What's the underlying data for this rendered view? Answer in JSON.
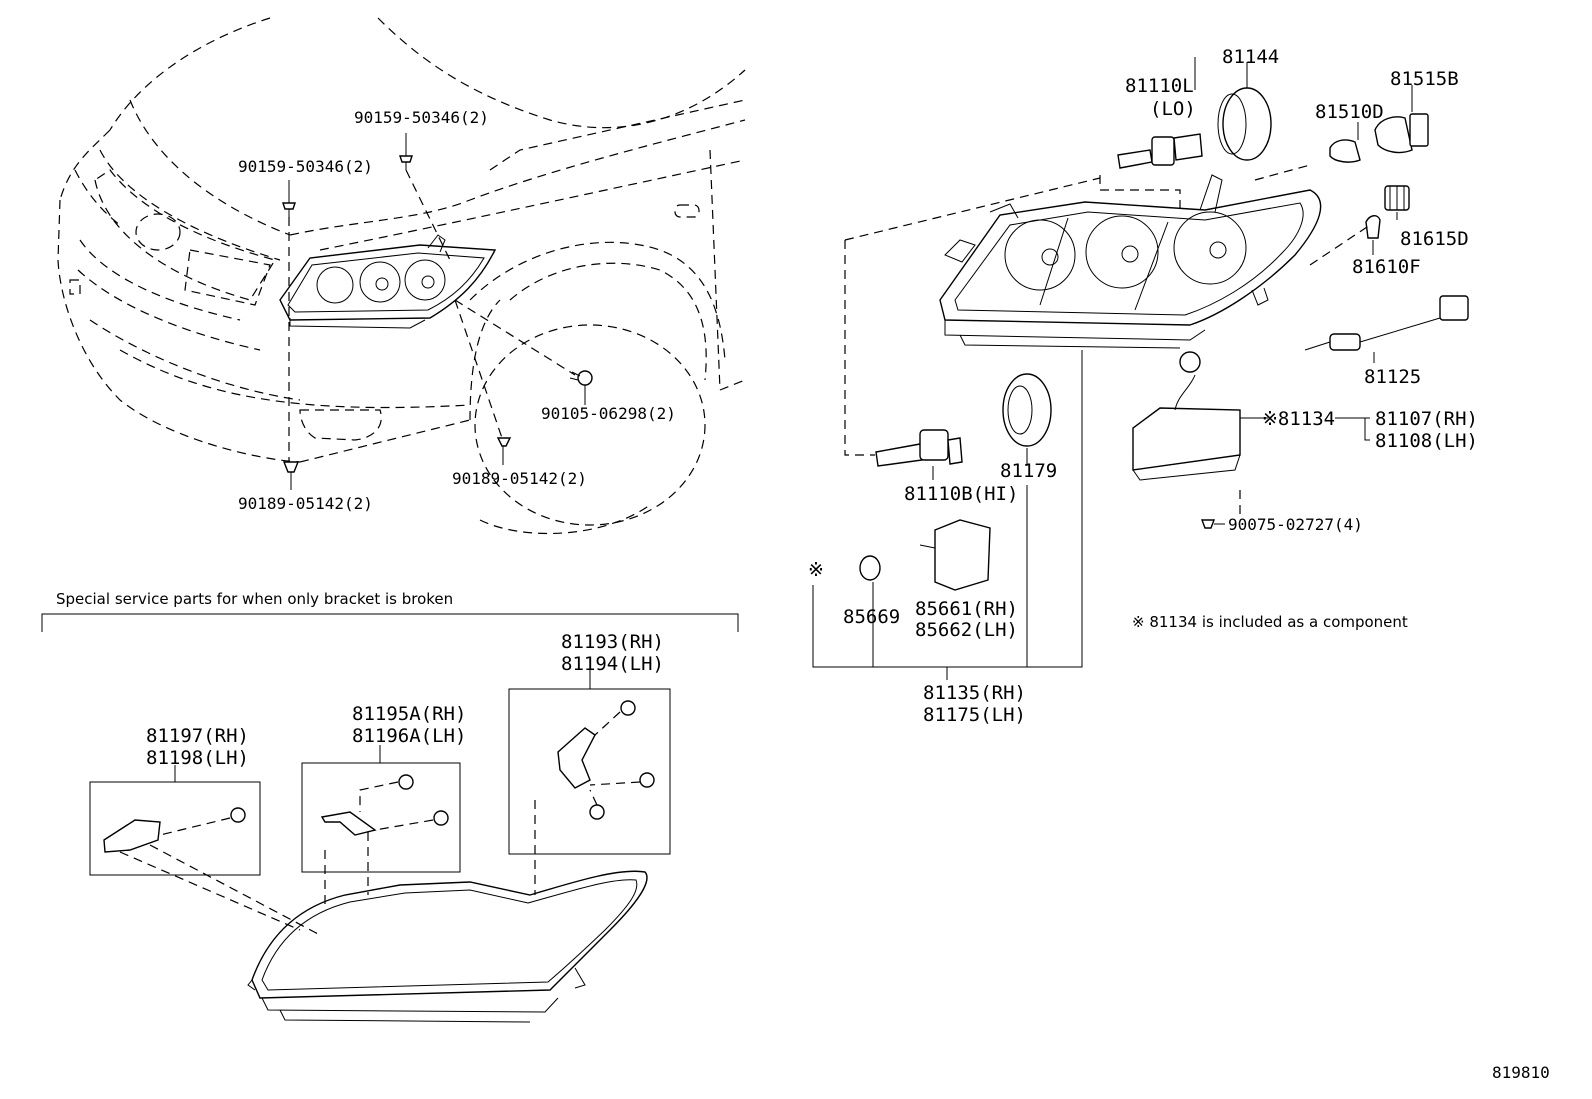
{
  "car_fasteners": {
    "clip_top": "90159-50346(2)",
    "clip_left": "90159-50346(2)",
    "bolt": "90105-06298(2)",
    "grommet_right": "90189-05142(2)",
    "grommet_left": "90189-05142(2)"
  },
  "headlamp_parts": {
    "bulb_low_number": "81110L",
    "bulb_low_tag": "(LO)",
    "cap_top": "81144",
    "bulb_510": "81510D",
    "bulb_515": "81515B",
    "socket_615": "81615D",
    "bulb_610": "81610F",
    "wire_125": "81125",
    "bulb_high": "81110B(HI)",
    "cap_179": "81179",
    "ballast_134": "※81134",
    "unit_rh": "81107(RH)",
    "unit_lh": "81108(LH)",
    "screw_075": "90075-02727(4)",
    "actuator_rh": "85661(RH)",
    "actuator_lh": "85662(LH)",
    "oring": "85669",
    "kit_rh": "81135(RH)",
    "kit_lh": "81175(LH)",
    "ref_mark": "※",
    "footnote": "※ 81134 is included as a component"
  },
  "bracket_section": {
    "title": "Special service parts for when only bracket is broken",
    "kit_a_rh": "81197(RH)",
    "kit_a_lh": "81198(LH)",
    "kit_b_rh": "81195A(RH)",
    "kit_b_lh": "81196A(LH)",
    "kit_c_rh": "81193(RH)",
    "kit_c_lh": "81194(LH)"
  },
  "diagram_id": "819810"
}
